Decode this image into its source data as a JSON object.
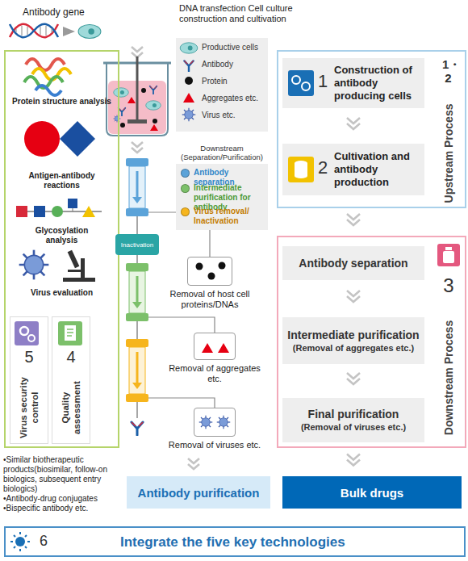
{
  "diagram": {
    "nodes": [
      {
        "text": [
          "Protein structure analysis",
          "Antigen-antibody reactions",
          "Glycosylation analysis",
          "Virus evaluation"
        ]
      },
      {
        "text": [
          "5",
          "Virus security control"
        ],
        "in": 0
      },
      {
        "text": [
          "4",
          "Quality assessment"
        ],
        "in": 0
      },
      {
        "text": [
          "Inactivation"
        ]
      },
      {
        "text": [
          "Removal of host cell proteins/DNAs"
        ]
      },
      {
        "text": [
          "Removal of aggregates etc."
        ]
      },
      {
        "text": [
          "Removal of viruses etc."
        ]
      },
      {
        "text": [
          "Antibody purification"
        ]
      },
      {
        "text": [
          "1・2",
          "Upstream Process"
        ]
      },
      {
        "text": [
          "1",
          "Construction of antibody producing cells"
        ],
        "in": 8
      },
      {
        "text": [
          "2",
          "Cultivation and antibody production"
        ],
        "in": 8
      },
      {
        "text": [
          "3",
          "Downstream Process"
        ]
      },
      {
        "text": [
          "Antibody separation"
        ],
        "in": 11
      },
      {
        "text": [
          "Intermediate purification",
          "(Removal of aggregates etc.)"
        ],
        "in": 11
      },
      {
        "text": [
          "Final purification",
          "(Removal of viruses etc.)"
        ],
        "in": 11
      },
      {
        "text": [
          "Bulk drugs"
        ]
      },
      {
        "text": [
          "6",
          "Integrate the five key technologies"
        ]
      }
    ],
    "edges": [
      {
        "from": 9,
        "to": 10,
        "arrow": "to"
      },
      {
        "from": 8,
        "to": 11,
        "arrow": "to"
      },
      {
        "from": 12,
        "to": 13,
        "arrow": "to"
      },
      {
        "from": 13,
        "to": 14,
        "arrow": "to"
      },
      {
        "from": 11,
        "to": 15,
        "arrow": "to"
      }
    ],
    "labels": [
      "Antibody gene",
      "DNA transfection Cell culture construction and cultivation",
      "Downstream (Separation/Purification)",
      "•Similar biotherapeutic products(biosimilar, follow-on biologics, subsequent entry biologics)",
      "•Antibody-drug conjugates",
      "•Bispecific antibody etc."
    ],
    "legend": [
      {
        "text": "Productive cells"
      },
      {
        "text": "Antibody"
      },
      {
        "text": "Protein"
      },
      {
        "text": "Aggregates etc."
      },
      {
        "text": "Virus etc."
      },
      {
        "text": "Antibody separation",
        "color": "#5ba3d9"
      },
      {
        "text": "Intermediate purification for antibody",
        "color": "#7cc06a"
      },
      {
        "text": "Virus removal/ Inactivation",
        "color": "#f6b51d"
      }
    ]
  }
}
